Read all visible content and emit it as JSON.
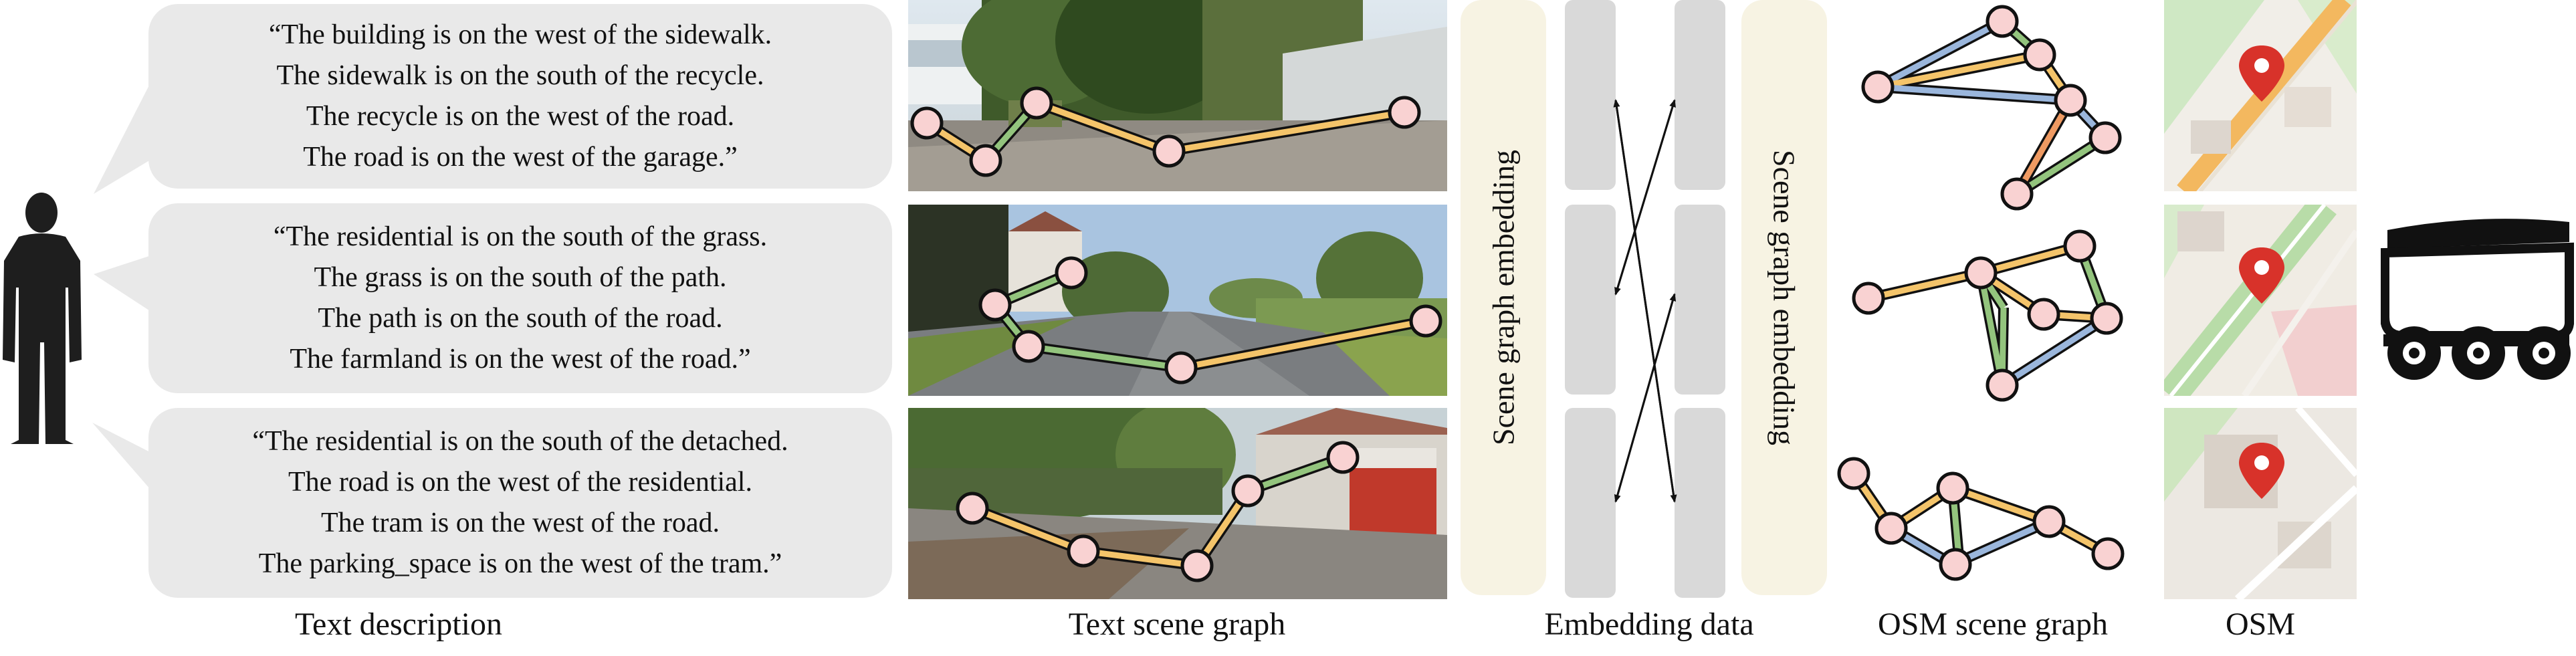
{
  "descriptions": [
    {
      "lines": [
        "“The building is on the west of the sidewalk.",
        "The sidewalk is on the south of the recycle.",
        "The recycle is on the west of the road.",
        "The road is on the west of the garage.”"
      ]
    },
    {
      "lines": [
        "“The residential is on the south of the grass.",
        "The grass is on the south of the path.",
        "The path is on the south of the road.",
        "The farmland is on the west of the road.”"
      ]
    },
    {
      "lines": [
        "“The residential is on the south of the detached.",
        "The road is on the west of the residential.",
        "The tram is on the west of the road.",
        "The parking_space is on the west of the tram.”"
      ]
    }
  ],
  "embedding": {
    "left_label": "Scene graph embedding",
    "right_label": "Scene graph embedding"
  },
  "captions": {
    "text_description": "Text description",
    "text_scene_graph": "Text scene graph",
    "embedding_data": "Embedding data",
    "osm_scene_graph": "OSM scene graph",
    "osm": "OSM"
  },
  "colors": {
    "node_fill": "#f9d2d2",
    "edge_yellow": "#f4c46a",
    "edge_green": "#93c47d",
    "edge_blue": "#9ab6dc",
    "edge_orange": "#ef9a62",
    "bubble": "#e9e9e9",
    "embedding_label_bg": "#f7f3e3",
    "embedding_bar": "#d9d9d9",
    "map_marker": "#d8322a"
  },
  "icons": {
    "person": "person-silhouette-icon",
    "robot": "delivery-robot-icon",
    "marker": "map-pin-icon"
  }
}
